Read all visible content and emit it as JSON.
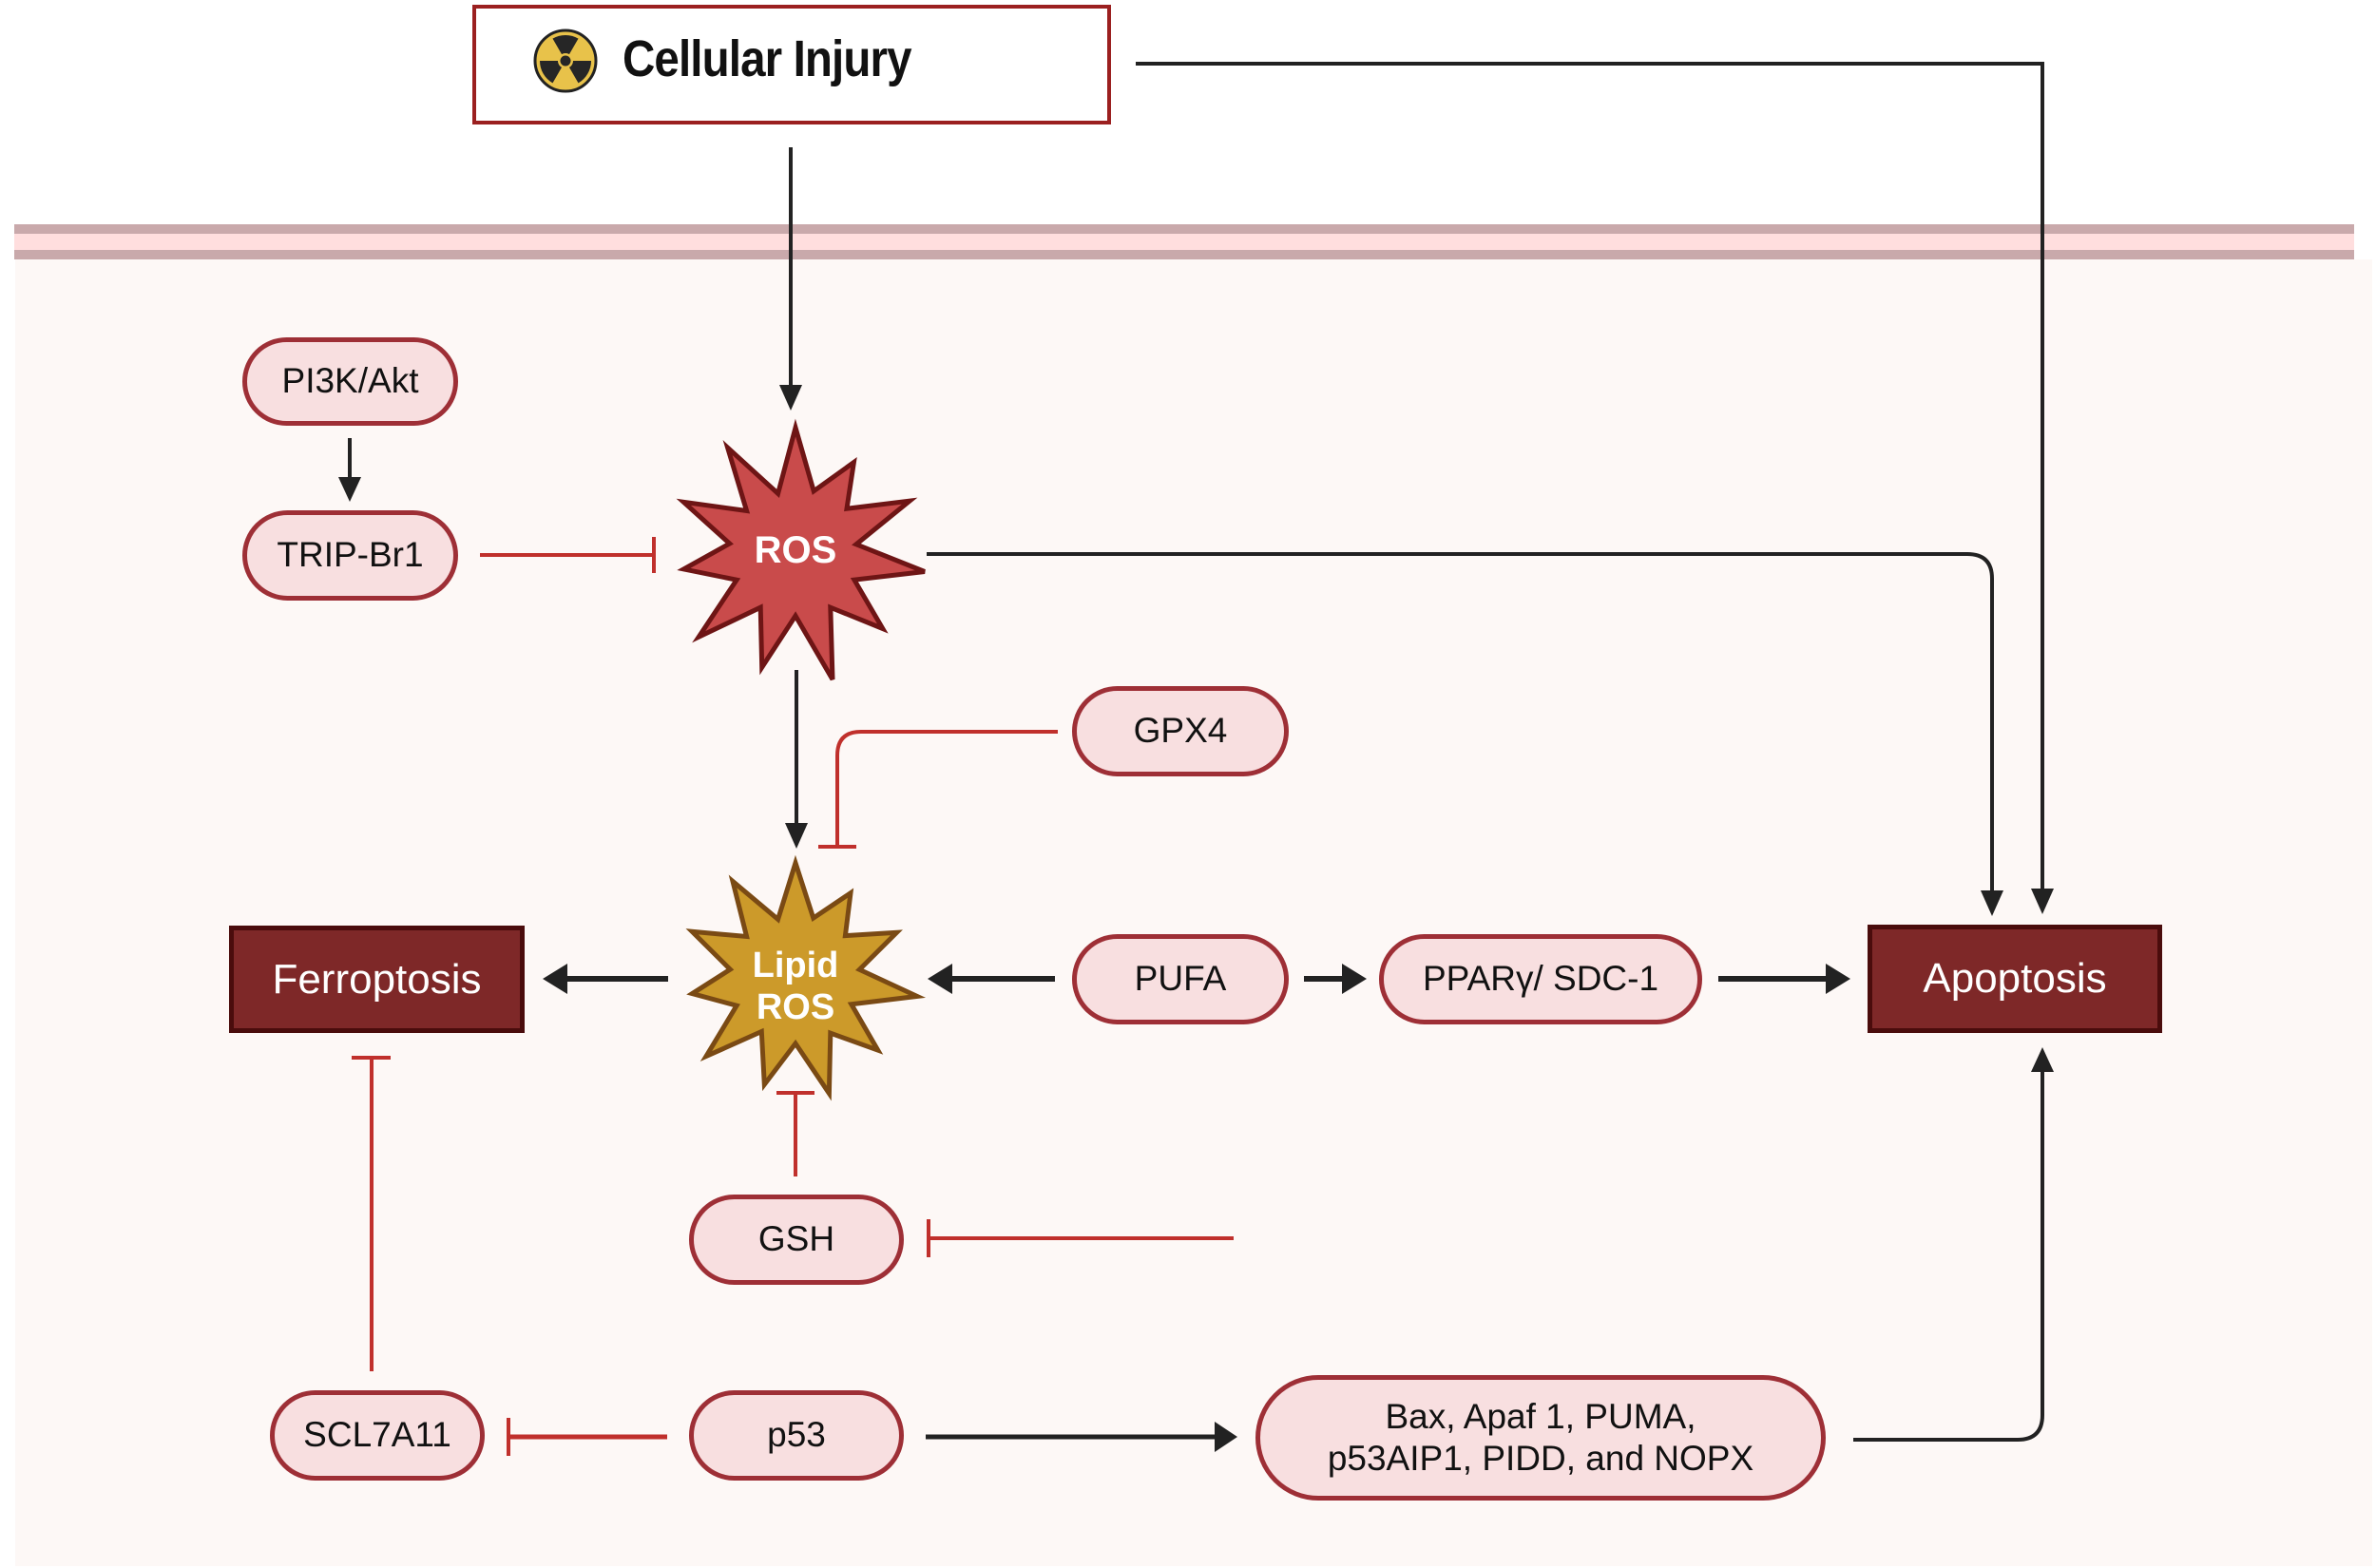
{
  "diagram": {
    "title": "Cellular Injury",
    "title_icon": "radiation-hazard-icon",
    "nodes": {
      "cellular_injury": "Cellular Injury",
      "ros": "ROS",
      "lipid_ros": "Lipid\nROS",
      "lipid_ros_line1": "Lipid",
      "lipid_ros_line2": "ROS",
      "pi3k_akt": "PI3K/Akt",
      "trip_br1": "TRIP-Br1",
      "gpx4": "GPX4",
      "pufa": "PUFA",
      "ppar_sdc1": "PPARγ/ SDC-1",
      "gsh": "GSH",
      "scl7a11": "SCL7A11",
      "p53": "p53",
      "bax_group_line1": "Bax, Apaf 1, PUMA,",
      "bax_group_line2": "p53AIP1, PIDD, and NOPX",
      "ferroptosis": "Ferroptosis",
      "apoptosis": "Apoptosis"
    },
    "edges": [
      {
        "from": "Cellular Injury",
        "to": "ROS",
        "type": "activation"
      },
      {
        "from": "Cellular Injury",
        "to": "Apoptosis",
        "type": "activation"
      },
      {
        "from": "PI3K/Akt",
        "to": "TRIP-Br1",
        "type": "activation"
      },
      {
        "from": "TRIP-Br1",
        "to": "ROS",
        "type": "inhibition"
      },
      {
        "from": "ROS",
        "to": "Apoptosis",
        "type": "activation"
      },
      {
        "from": "ROS",
        "to": "Lipid ROS",
        "type": "activation"
      },
      {
        "from": "GPX4",
        "to": "Lipid ROS",
        "type": "inhibition"
      },
      {
        "from": "Lipid ROS",
        "to": "Ferroptosis",
        "type": "activation"
      },
      {
        "from": "PUFA",
        "to": "Lipid ROS",
        "type": "activation"
      },
      {
        "from": "PUFA",
        "to": "PPARγ/ SDC-1",
        "type": "activation"
      },
      {
        "from": "PPARγ/ SDC-1",
        "to": "Apoptosis",
        "type": "activation"
      },
      {
        "from": "GSH",
        "to": "Lipid ROS",
        "type": "inhibition"
      },
      {
        "from": "(unlabeled)",
        "to": "GSH",
        "type": "inhibition"
      },
      {
        "from": "SCL7A11",
        "to": "Ferroptosis",
        "type": "inhibition"
      },
      {
        "from": "p53",
        "to": "SCL7A11",
        "type": "inhibition"
      },
      {
        "from": "p53",
        "to": "Bax, Apaf 1, PUMA, p53AIP1, PIDD, and NOPX",
        "type": "activation"
      },
      {
        "from": "Bax, Apaf 1, PUMA, p53AIP1, PIDD, and NOPX",
        "to": "Apoptosis",
        "type": "activation"
      }
    ],
    "colors": {
      "activation": "#222222",
      "inhibition": "#c0302c",
      "pill_fill": "#f8dfe0",
      "pill_border": "#9e2f36",
      "outcome_fill": "#7e2828",
      "ros_fill": "#c94b4b",
      "lipid_ros_fill": "#cc9a2a",
      "membrane": "#c9a9ab",
      "cytoplasm": "#fdf8f6"
    }
  }
}
